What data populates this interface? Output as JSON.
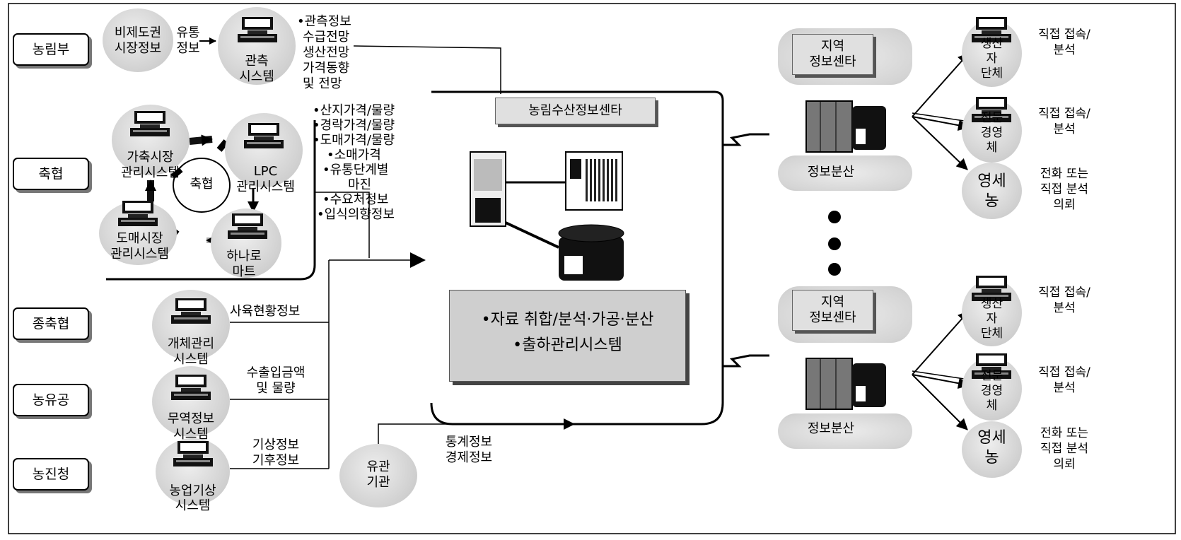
{
  "orgs": {
    "forestry": "농림부",
    "coop": "축협",
    "livestock_coop": "종축협",
    "dairy": "농유공",
    "rda": "농진청"
  },
  "forestry_group": {
    "market_info": "비제도권\n시장정보",
    "distribution_info": "유통\n정보",
    "observation_system": "관측\n시스템",
    "outputs": [
      "•관측정보",
      "수급전망",
      "생산전망",
      "가격동향",
      "및 전망"
    ]
  },
  "coop_group": {
    "livestock_market": "가축시장\n관리시스템",
    "lpc": "LPC\n관리시스템",
    "center": "축협",
    "wholesale_market": "도매시장\n관리시스템",
    "hanaro": "하나로\n마트",
    "info_list": [
      "•산지가격/물량",
      "•경락가격/물량",
      "•도매가격/물량",
      "•소매가격",
      "•유통단계별",
      "마진",
      "•수요처정보",
      "•입식의향정보"
    ]
  },
  "lower_group": {
    "entity_system": "개체관리\n시스템",
    "breeding_info": "사육현황정보",
    "trade_system": "무역정보\n시스템",
    "trade_info": "수출입금액\n및 물량",
    "weather_system": "농업기상\n시스템",
    "weather_info": "기상정보\n기후정보",
    "related_org": "유관\n기관",
    "stat_info": "통계정보\n경제정보"
  },
  "center": {
    "title": "농림수산정보센타",
    "functions": [
      "•자료 취합/분석·가공·분산",
      "•출하관리시스템"
    ]
  },
  "regional": {
    "top": {
      "name": "지역\n정보센타",
      "distribution": "정보분산"
    },
    "bottom": {
      "name": "지역\n정보센타",
      "distribution": "정보분산"
    },
    "clients": [
      {
        "name": "생산\n자\n단체",
        "access": "직접 접속/\n분석"
      },
      {
        "name": "전문\n경영\n체",
        "access": "직접 접속/\n분석"
      },
      {
        "name": "영세\n농",
        "access": "전화 또는\n직접 분석\n의뢰"
      }
    ]
  }
}
